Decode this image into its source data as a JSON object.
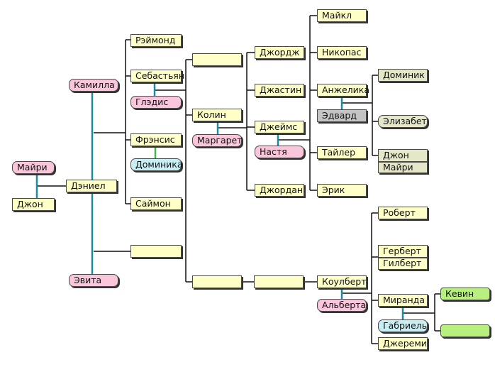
{
  "people": {
    "mairi_left": "Майри",
    "john_left": "Джон",
    "daniel": "Дэниел",
    "camilla": "Камилла",
    "evita": "Эвита",
    "raymond": "Рэймонд",
    "sebastian": "Себастьян",
    "gladys": "Глэдис",
    "francis": "Фрэнсис",
    "dominika": "Доминика",
    "simon": "Саймон",
    "colin": "Колин",
    "margaret": "Маргарет",
    "george": "Джордж",
    "justin": "Джастин",
    "james": "Джеймс",
    "nastya": "Настя",
    "jordan": "Джордан",
    "michael": "Майкл",
    "nicholas": "Никопас",
    "angelica": "Анжелика",
    "edward": "Эдвард",
    "tyler": "Тайлер",
    "eric": "Эрик",
    "dominic": "Доминик",
    "elizabeth": "Элизабет",
    "john_right": "Джон",
    "mairi_right": "Майри",
    "robert": "Роберт",
    "herbert": "Герберт",
    "gilbert": "Гилберт",
    "coolbert": "Коулберт",
    "alberta": "Альберта",
    "miranda": "Миранда",
    "gabriel": "Габриель",
    "kevin": "Кевин",
    "jeremy": "Джереми"
  },
  "colors": {
    "line": "#111111",
    "spouse_link_teal": "#1e8aa0",
    "spouse_link_green": "#4caf50",
    "male": "#ffffc8",
    "female": "#f9c6dc",
    "blue": "#c8eef4",
    "tan": "#e6e6c8",
    "gray": "#c4c4c4",
    "green": "#b8f080"
  }
}
